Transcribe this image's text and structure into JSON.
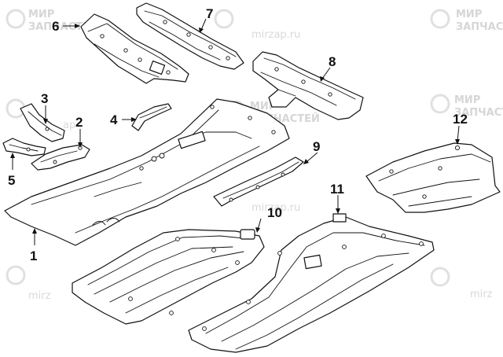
{
  "watermark": {
    "brand_line1": "МИР",
    "brand_line2": "ЗАПЧАСТЕЙ",
    "url": "mirzap.ru",
    "short": "mirz",
    "partial_ap": "ap"
  },
  "callouts": [
    {
      "id": "1",
      "label": "1"
    },
    {
      "id": "2",
      "label": "2"
    },
    {
      "id": "3",
      "label": "3"
    },
    {
      "id": "4",
      "label": "4"
    },
    {
      "id": "5",
      "label": "5"
    },
    {
      "id": "6",
      "label": "6"
    },
    {
      "id": "7",
      "label": "7"
    },
    {
      "id": "8",
      "label": "8"
    },
    {
      "id": "9",
      "label": "9"
    },
    {
      "id": "10",
      "label": "10"
    },
    {
      "id": "11",
      "label": "11"
    },
    {
      "id": "12",
      "label": "12"
    }
  ],
  "colors": {
    "line": "#111111",
    "background": "#ffffff",
    "watermark": "#d6d6d6"
  }
}
